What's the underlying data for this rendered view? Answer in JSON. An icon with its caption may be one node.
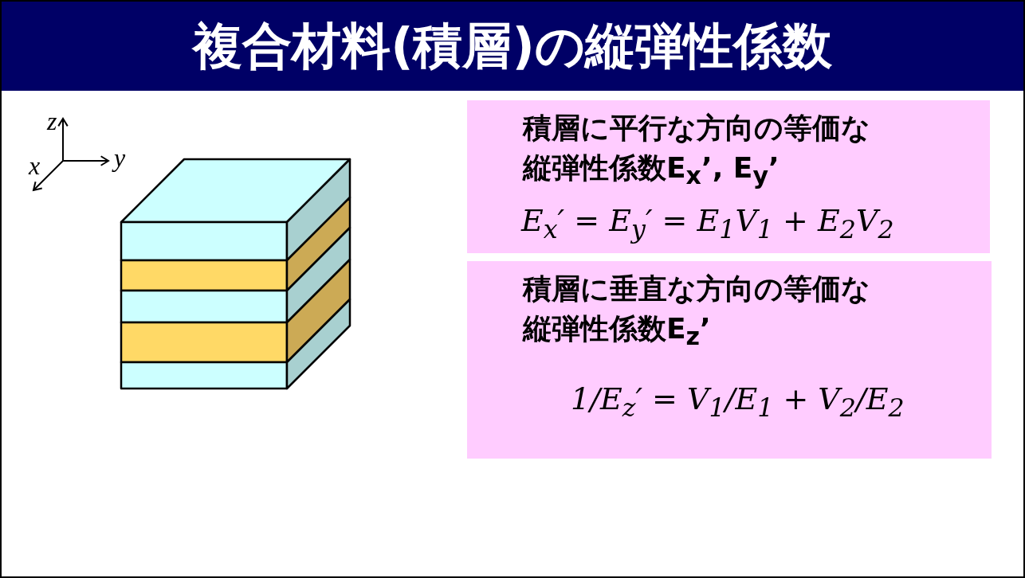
{
  "diagram": {
    "title": "複合材料(積層)の縦弾性係数",
    "nodes": [
      {
        "text": [
          "積層に平行な方向の等価な縦弾性係数E$_{x}$’, E$_{y}$’",
          "E$_{x}$′ = E$_{y}$′ = E$_{1}$V$_{1}$ + E$_{2}$V$_{2}$"
        ]
      },
      {
        "text": [
          "積層に垂直な方向の等価な縦弾性係数E$_{z}$’",
          "1/E$_{z}$′ = V$_{1}$/E$_{1}$ + V$_{2}$/E$_{2}$"
        ]
      }
    ],
    "edges": [],
    "labels": [
      "z",
      "x",
      "y"
    ]
  }
}
